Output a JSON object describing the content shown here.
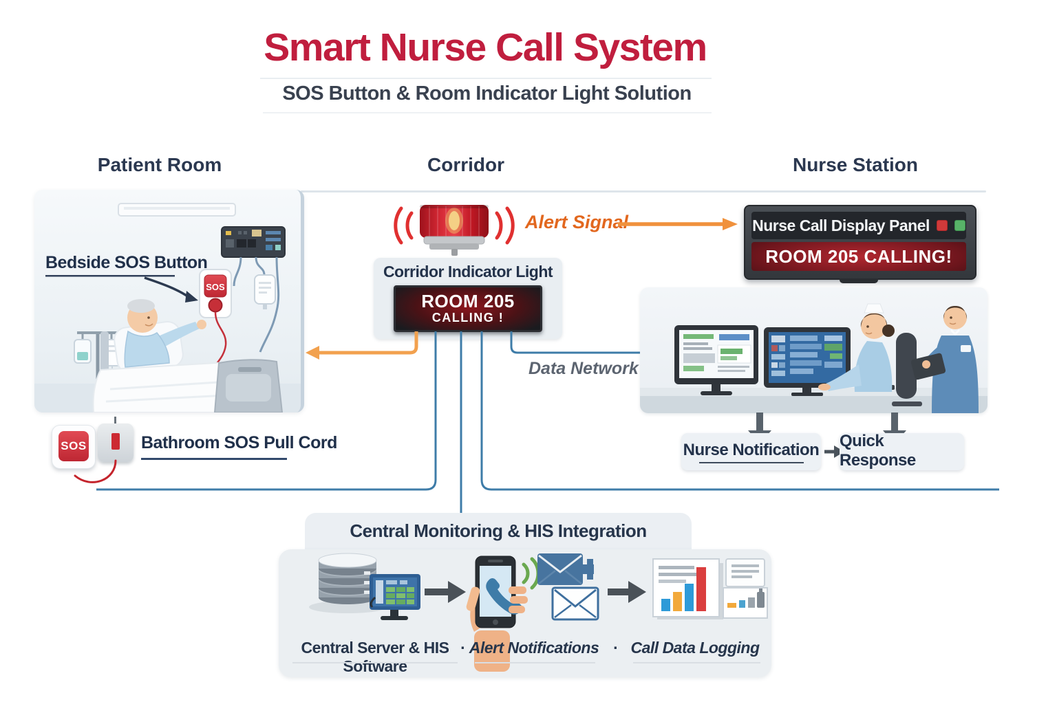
{
  "header": {
    "title": "Smart Nurse Call System",
    "subtitle": "SOS Button & Room Indicator Light Solution"
  },
  "columns": {
    "patient_room": "Patient Room",
    "corridor": "Corridor",
    "nurse_station": "Nurse Station"
  },
  "patient_room": {
    "bedside_button_label": "Bedside SOS Button",
    "sos_button_text": "SOS",
    "bathroom_sos_text": "SOS",
    "bathroom_pull_cord_label": "Bathroom SOS Pull Cord"
  },
  "corridor": {
    "alert_signal_label": "Alert Signal",
    "indicator_box_title": "Corridor Indicator Light",
    "indicator_display_line1": "ROOM 205",
    "indicator_display_line2": "CALLING !",
    "data_network_label": "Data Network"
  },
  "nurse_station": {
    "display_panel_title": "Nurse Call Display Panel",
    "display_panel_message": "ROOM 205 CALLING!",
    "nurse_notification_label": "Nurse Notification",
    "quick_response_label": "Quick Response"
  },
  "central": {
    "heading": "Central Monitoring & HIS Integration",
    "separator": "·",
    "items": [
      {
        "label": "Central Server & HIS Software"
      },
      {
        "label": "Alert Notifications"
      },
      {
        "label": "Call Data Logging"
      }
    ]
  },
  "colors": {
    "title_red": "#C01E3E",
    "heading_navy": "#2B3850",
    "alert_orange": "#E2671E",
    "arrow_orange": "#F0913C",
    "network_blue": "#3E7CA8",
    "display_red": "#8D161D",
    "indicator_red": "#D03A3A",
    "indicator_green": "#58B368",
    "panel_gray": "#EBEFF2"
  }
}
